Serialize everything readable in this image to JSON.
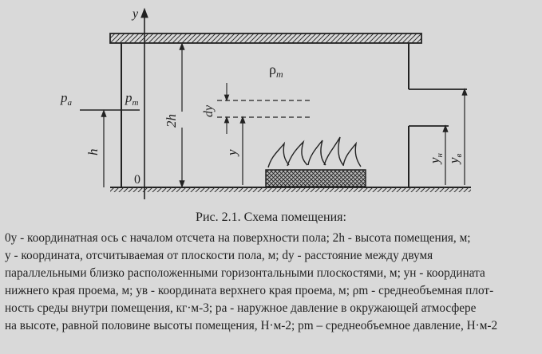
{
  "figure": {
    "labels": {
      "y_axis": "y",
      "rho": "ρ",
      "rho_sub": "m",
      "p_a": "p",
      "p_a_sub": "a",
      "p_m": "p",
      "p_m_sub": "m",
      "dy": "dy",
      "two_h": "2h",
      "h": "h",
      "y": "y",
      "origin": "0",
      "y_n": "y",
      "y_n_sub": "н",
      "y_v": "y",
      "y_v_sub": "в"
    }
  },
  "caption": "Рис. 2.1. Схема помещения:",
  "description": {
    "l1": "0y - координатная ось с началом отсчета на поверхности пола;  2h - высота помещения, м;",
    "l2": "y - координата, отсчитываемая от плоскости пола, м;  dy - расстояние между двумя",
    "l3": "параллельными близко расположенными горизонтальными плоскостями, м;  yн - координата",
    "l4": "нижнего края проема, м;  yв - координата верхнего края проема, м;  ρm - среднеобъемная плот-",
    "l5": "ность среды внутри помещения, кг·м-3;  pа - наружное давление в окружающей атмосфере",
    "l6": "на высоте, равной половине высоты помещения, Н·м-2; pm – среднеобъемное давление, Н·м-2"
  }
}
